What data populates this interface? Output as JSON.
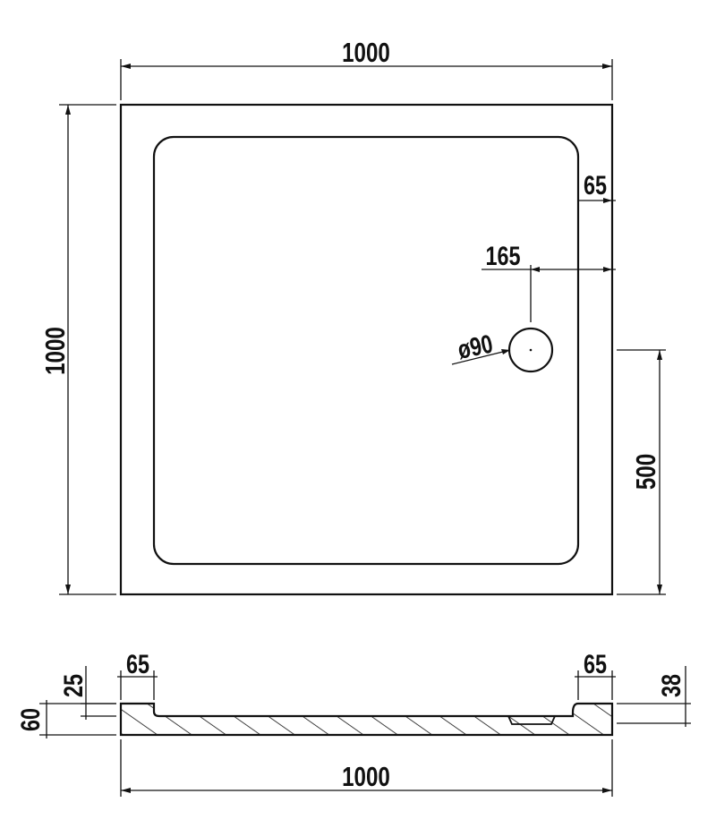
{
  "drawing": {
    "plan": {
      "width_label": "1000",
      "height_label": "1000",
      "rim_right_label": "65",
      "drain_offset_label": "165",
      "drain_diameter_label": "ø90",
      "drain_center_label": "500"
    },
    "section": {
      "rim_left_label": "65",
      "rim_right_label": "65",
      "depth_left_label": "25",
      "height_label": "60",
      "depth_right_label": "38",
      "length_label": "1000"
    },
    "colors": {
      "line": "#111111",
      "background": "#ffffff"
    }
  }
}
